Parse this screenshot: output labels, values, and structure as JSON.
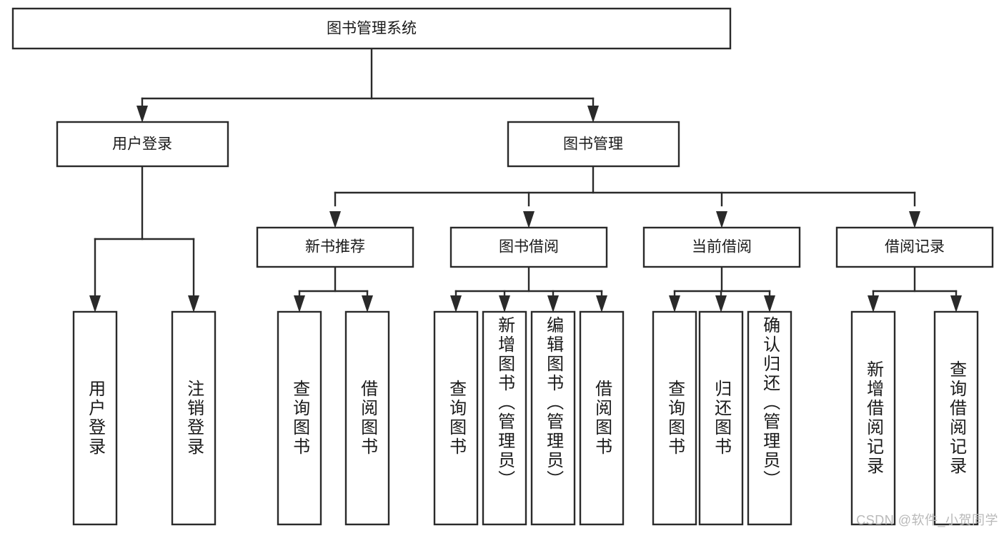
{
  "diagram": {
    "title": "图书管理系统",
    "type": "hierarchy-tree",
    "watermark": "CSDN @软件_小贺同学",
    "colors": {
      "box_stroke": "#2a2a2a",
      "box_fill": "#ffffff",
      "text": "#1a1a1a",
      "background": "#ffffff",
      "watermark": "#b9b9b9"
    },
    "nodes": {
      "root": {
        "label": "图书管理系统"
      },
      "level2": [
        {
          "id": "user-login",
          "label": "用户登录"
        },
        {
          "id": "book-manage",
          "label": "图书管理"
        }
      ],
      "level3": [
        {
          "id": "new-book-rec",
          "label": "新书推荐"
        },
        {
          "id": "book-borrow",
          "label": "图书借阅"
        },
        {
          "id": "current-borrow",
          "label": "当前借阅"
        },
        {
          "id": "borrow-record",
          "label": "借阅记录"
        }
      ],
      "leaves": {
        "user_login": [
          {
            "id": "leaf-user-login",
            "label": "用户登录"
          },
          {
            "id": "leaf-logout-login",
            "label": "注销登录"
          }
        ],
        "new_book_rec": [
          {
            "id": "leaf-query-book-1",
            "label": "查询图书"
          },
          {
            "id": "leaf-borrow-book-1",
            "label": "借阅图书"
          }
        ],
        "book_borrow": [
          {
            "id": "leaf-query-book-2",
            "label": "查询图书"
          },
          {
            "id": "leaf-add-book",
            "label": "新增图书（管理员）"
          },
          {
            "id": "leaf-edit-book",
            "label": "编辑图书（管理员）"
          },
          {
            "id": "leaf-borrow-book-2",
            "label": "借阅图书"
          }
        ],
        "current_borrow": [
          {
            "id": "leaf-query-book-3",
            "label": "查询图书"
          },
          {
            "id": "leaf-return-book",
            "label": "归还图书"
          },
          {
            "id": "leaf-confirm-return",
            "label": "确认归还（管理员）"
          }
        ],
        "borrow_record": [
          {
            "id": "leaf-add-record",
            "label": "新增借阅记录"
          },
          {
            "id": "leaf-query-record",
            "label": "查询借阅记录"
          }
        ]
      }
    }
  }
}
